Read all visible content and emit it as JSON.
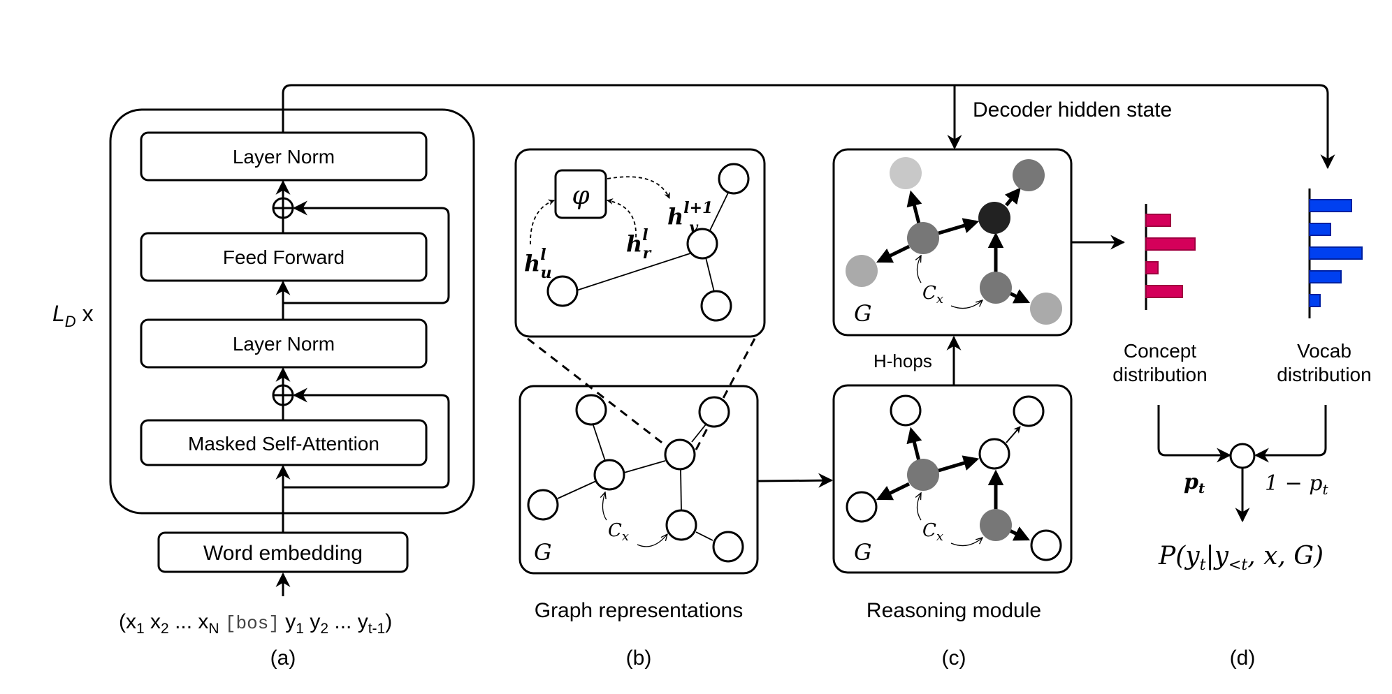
{
  "figure": {
    "panel_a": {
      "repeat_label_main": "L",
      "repeat_label_sub": "D",
      "repeat_label_suffix": " x",
      "blocks": {
        "layer_norm_top": "Layer Norm",
        "feed_forward": "Feed Forward",
        "layer_norm_bottom": "Layer Norm",
        "masked_self_attention": "Masked Self-Attention",
        "word_embedding": "Word embedding"
      },
      "input_sequence": {
        "open": "(",
        "x1": "x",
        "x1_sub": "1",
        "x2": "x",
        "x2_sub": "2",
        "ellipsis1": "...",
        "xN": "x",
        "xN_sub": "N",
        "bos": "[bos]",
        "y1": "y",
        "y1_sub": "1",
        "y2": "y",
        "y2_sub": "2",
        "ellipsis2": "...",
        "yt": "y",
        "yt_sub": "t-1",
        "close": ")"
      },
      "caption": "(a)"
    },
    "panel_b": {
      "phi": "φ",
      "h_u": "h",
      "h_u_sup": "l",
      "h_u_sub": "u",
      "h_r": "h",
      "h_r_sup": "l",
      "h_r_sub": "r",
      "h_v": "h",
      "h_v_sup": "l+1",
      "h_v_sub": "v",
      "graph_label": "G",
      "cx_label": "C",
      "cx_sub": "x",
      "title": "Graph representations",
      "caption": "(b)"
    },
    "panel_c": {
      "decoder_hidden_state": "Decoder hidden state",
      "hops_label": "H-hops",
      "graph_label_top": "G",
      "graph_label_bottom": "G",
      "cx_label": "C",
      "cx_sub": "x",
      "title": "Reasoning module",
      "caption": "(c)",
      "node_colors": {
        "light": "#c8c8c8",
        "mid_light": "#aaaaaa",
        "mid": "#777777",
        "dark": "#222222"
      }
    },
    "panel_d": {
      "concept_label_line1": "Concept",
      "concept_label_line2": "distribution",
      "vocab_label_line1": "Vocab",
      "vocab_label_line2": "distribution",
      "p_t": "p",
      "p_t_sub": "t",
      "one_minus": "1 − p",
      "one_minus_sub": "t",
      "output_formula": "P(y",
      "output_sub_t": "t",
      "output_mid": "|y",
      "output_sub_lt": "<t",
      "output_end": ", x, G)",
      "caption": "(d)",
      "concept_color": "#d4005a",
      "concept_border": "#a00040",
      "vocab_color": "#0040f0",
      "vocab_border": "#0020a0",
      "concept_bars": [
        0.35,
        0.7,
        0.17,
        0.52
      ],
      "vocab_bars": [
        0.6,
        0.3,
        0.75,
        0.45,
        0.15
      ]
    }
  }
}
